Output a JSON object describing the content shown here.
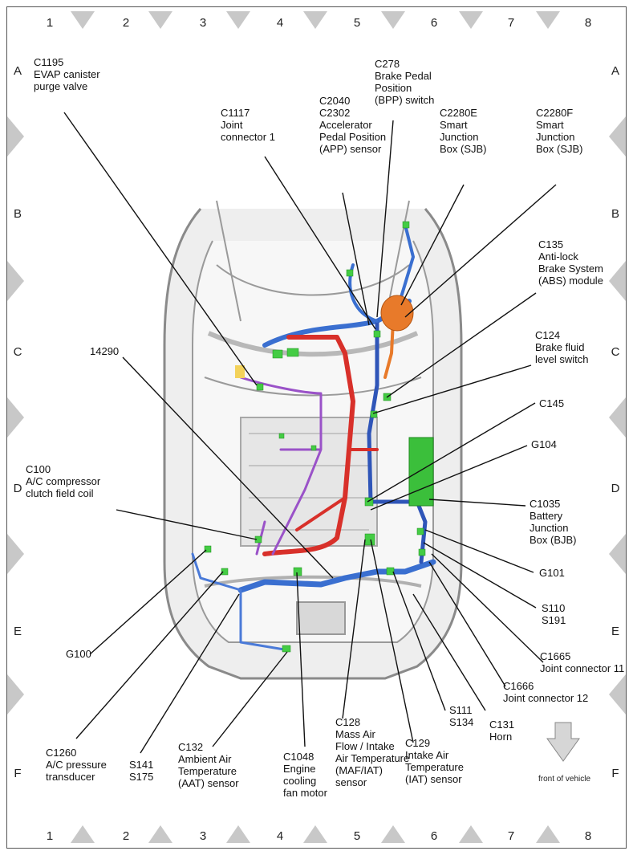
{
  "grid": {
    "columns": [
      "1",
      "2",
      "3",
      "4",
      "5",
      "6",
      "7",
      "8"
    ],
    "rows": [
      "A",
      "B",
      "C",
      "D",
      "E",
      "F"
    ]
  },
  "callouts": {
    "c1195": "C1195\nEVAP canister\npurge valve",
    "c278": "C278\nBrake Pedal\nPosition\n(BPP) switch",
    "c1117": "C1117\nJoint\nconnector 1",
    "c2040": "C2040\nC2302\nAccelerator\nPedal Position\n(APP) sensor",
    "c2280e": "C2280E\nSmart\nJunction\nBox (SJB)",
    "c2280f": "C2280F\nSmart\nJunction\nBox (SJB)",
    "c135": "C135\nAnti-lock\nBrake System\n(ABS) module",
    "c124": "C124\nBrake fluid\nlevel switch",
    "n14290": "14290",
    "c145": "C145",
    "g104": "G104",
    "c100": "C100\nA/C compressor\nclutch field coil",
    "c1035": "C1035\nBattery\nJunction\nBox (BJB)",
    "g101": "G101",
    "s110": "S110\nS191",
    "g100": "G100",
    "c1665": "C1665\nJoint connector 11",
    "c1666": "C1666\nJoint connector 12",
    "s111": "S111\nS134",
    "c131": "C131\nHorn",
    "c1260": "C1260\nA/C pressure\ntransducer",
    "s141": "S141\nS175",
    "c132": "C132\nAmbient Air\nTemperature\n(AAT) sensor",
    "c1048": "C1048\nEngine\ncooling\nfan motor",
    "c128": "C128\nMass Air\nFlow / Intake\nAir Temperature\n(MAF/IAT)\nsensor",
    "c129": "C129\nIntake Air\nTemperature\n(IAT) sensor"
  },
  "legend": {
    "front_label": "front of vehicle",
    "icon": "down-arrow-icon"
  },
  "colors": {
    "wire_blue": "#3a6fd0",
    "wire_red": "#d8302a",
    "wire_purple": "#9a52c8",
    "connector_green": "#44cc44",
    "sjb_orange": "#e87a2a",
    "bjb_green": "#3bbf3b",
    "marker_gray": "#c8c8c8"
  }
}
